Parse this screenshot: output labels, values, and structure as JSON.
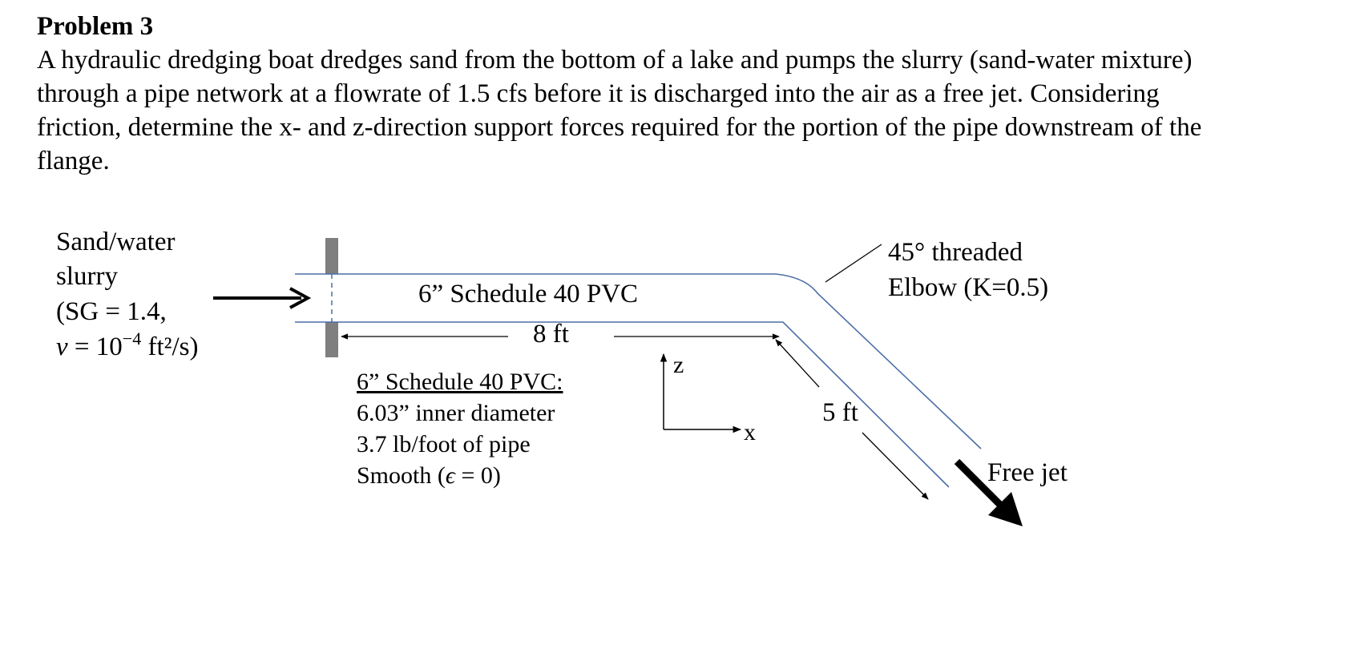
{
  "problem": {
    "title": "Problem 3",
    "body_lines": [
      "A hydraulic dredging boat dredges sand from the bottom of a lake and pumps the slurry (sand-water mixture)",
      "through a pipe network at a flowrate of 1.5 cfs before it is discharged into the air as a free jet.  Considering",
      "friction, determine the x- and z-direction support forces required for the portion of the pipe downstream of the",
      "flange."
    ]
  },
  "diagram": {
    "inlet_label": {
      "line1": "Sand/water",
      "line2": "slurry",
      "line3": "(SG = 1.4,",
      "line4_symbol": "ν",
      "line4_eq": " = 10",
      "line4_exp": "−4",
      "line4_unit": " ft²/s)"
    },
    "pipe_label": "6” Schedule 40 PVC",
    "horizontal_length": "8 ft",
    "inclined_length": "5 ft",
    "elbow_label": {
      "line1": "45° threaded",
      "line2": "Elbow (K=0.5)"
    },
    "pipe_specs": {
      "heading": "6” Schedule 40 PVC:",
      "inner_diameter": "6.03” inner diameter",
      "weight": "3.7 lb/foot of pipe",
      "roughness_prefix": "Smooth (",
      "roughness_symbol": "ϵ",
      "roughness_suffix": " = 0)"
    },
    "axes": {
      "z_label": "z",
      "x_label": "x"
    },
    "outlet_label": "Free jet",
    "colors": {
      "pipe": "#4a6fa8",
      "flange": "#7f7f7f",
      "ink": "#000000"
    }
  }
}
